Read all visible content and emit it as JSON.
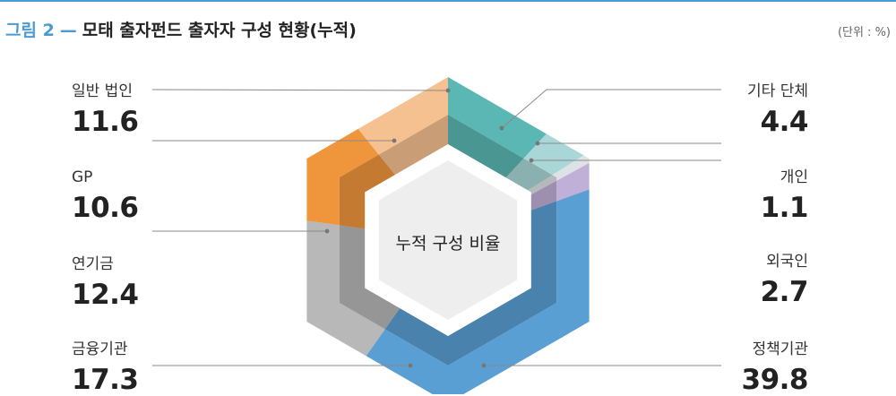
{
  "figure": {
    "number": "그림 2",
    "dash": "—",
    "title": "모태 출자펀드 출자자 구성 현황(누적)",
    "unit": "(단위 : %)"
  },
  "chart_data": {
    "type": "pie",
    "title": "모태 출자펀드 출자자 구성 현황(누적)",
    "center_label": "누적 구성 비율",
    "unit": "%",
    "slices": [
      {
        "label": "일반 법인",
        "value": 11.6,
        "color": "#5bb7b4"
      },
      {
        "label": "기타 단체",
        "value": 4.4,
        "color": "#a9d7d7"
      },
      {
        "label": "개인",
        "value": 1.1,
        "color": "#dde2e4"
      },
      {
        "label": "외국인",
        "value": 2.7,
        "color": "#c0afd6"
      },
      {
        "label": "정책기관",
        "value": 39.8,
        "color": "#5a9fd4"
      },
      {
        "label": "금융기관",
        "value": 17.3,
        "color": "#b8b8b8"
      },
      {
        "label": "연기금",
        "value": 12.4,
        "color": "#ef953b"
      },
      {
        "label": "GP",
        "value": 10.6,
        "color": "#f6c190"
      }
    ]
  }
}
